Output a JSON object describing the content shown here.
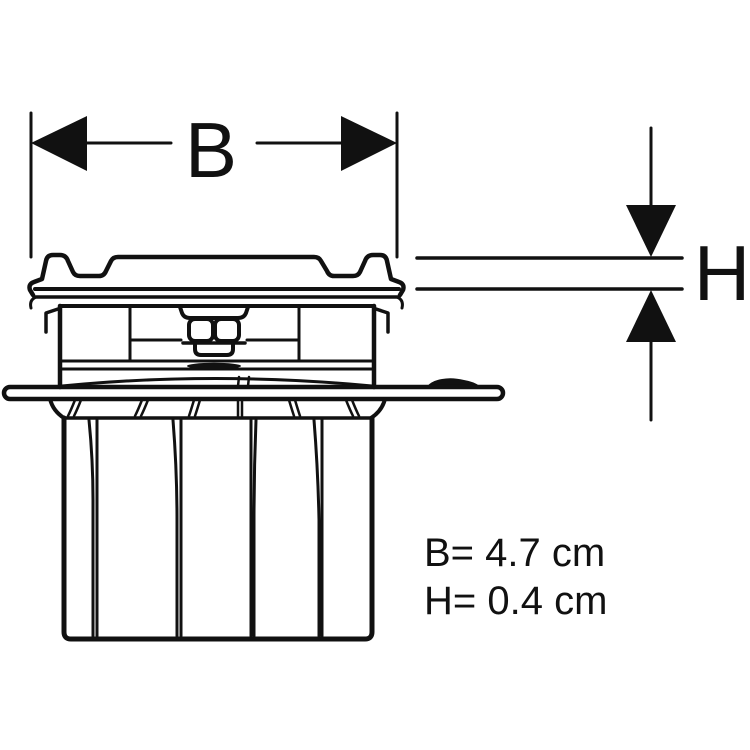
{
  "diagram": {
    "type": "technical-dimension-drawing",
    "background_color": "#ffffff",
    "line_color": "#111111",
    "dimension_b": {
      "label": "B",
      "value": "4.7",
      "unit": "cm",
      "text": "B= 4.7 cm"
    },
    "dimension_h": {
      "label": "H",
      "value": "0.4",
      "unit": "cm",
      "text": "H= 0.4 cm"
    }
  }
}
